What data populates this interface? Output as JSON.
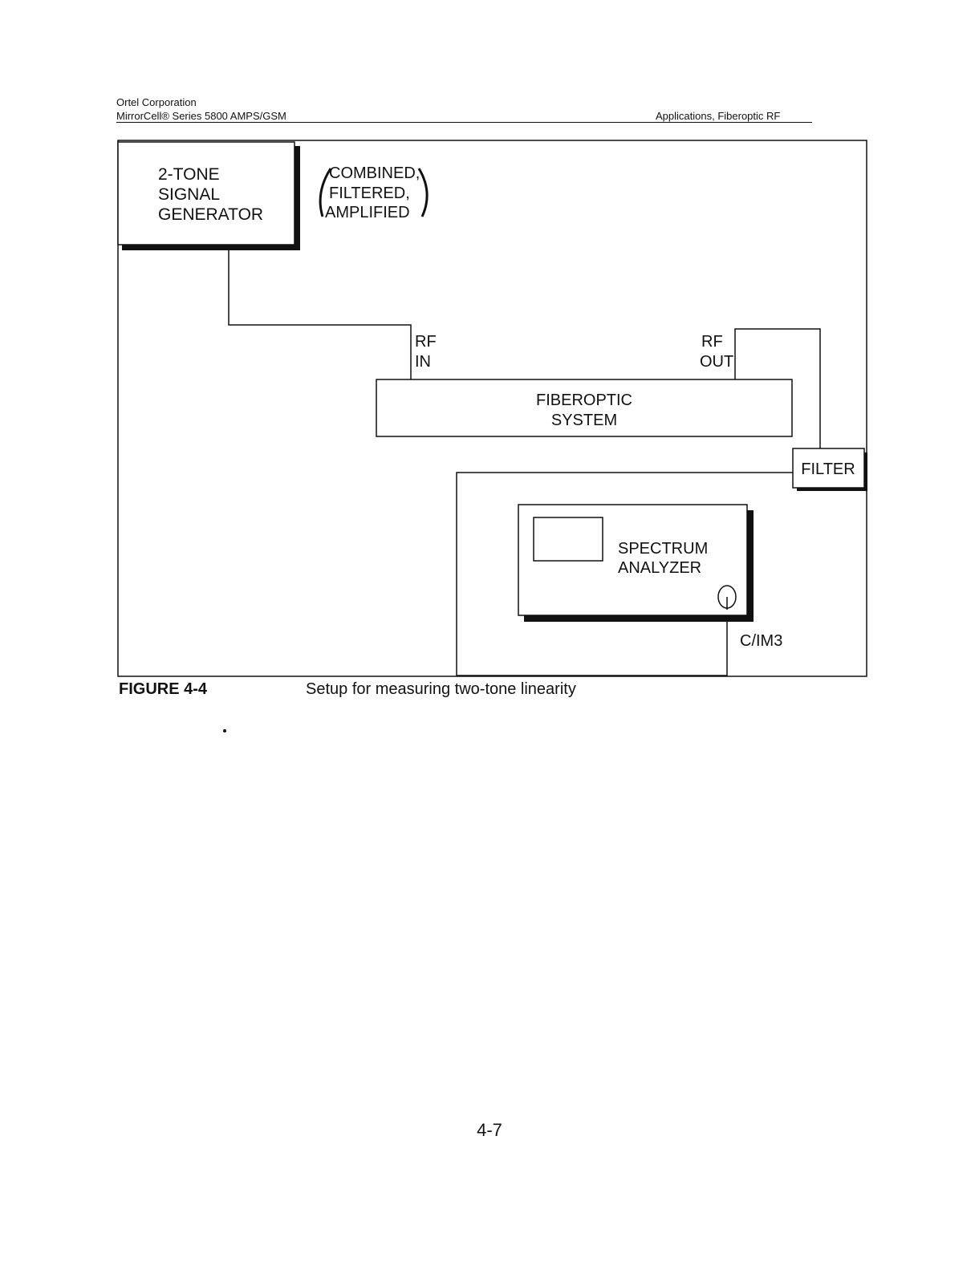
{
  "header": {
    "company": "Ortel Corporation",
    "product": "MirrorCell® Series 5800 AMPS/GSM",
    "section": "Applications, Fiberoptic RF"
  },
  "diagram": {
    "signal_generator": [
      "2-TONE",
      "SIGNAL",
      "GENERATOR"
    ],
    "signal_note": [
      "COMBINED,",
      "FILTERED,",
      "AMPLIFIED"
    ],
    "rf_in": [
      "RF",
      "IN"
    ],
    "rf_out": [
      "RF",
      "OUT"
    ],
    "fiberoptic_system": [
      "FIBEROPTIC",
      "SYSTEM"
    ],
    "filter": "FILTER",
    "spectrum_analyzer": [
      "SPECTRUM",
      "ANALYZER"
    ],
    "measurement": "C/IM3"
  },
  "caption": {
    "number": "FIGURE 4-4",
    "text": "Setup for measuring two-tone linearity"
  },
  "page_number": "4-7"
}
